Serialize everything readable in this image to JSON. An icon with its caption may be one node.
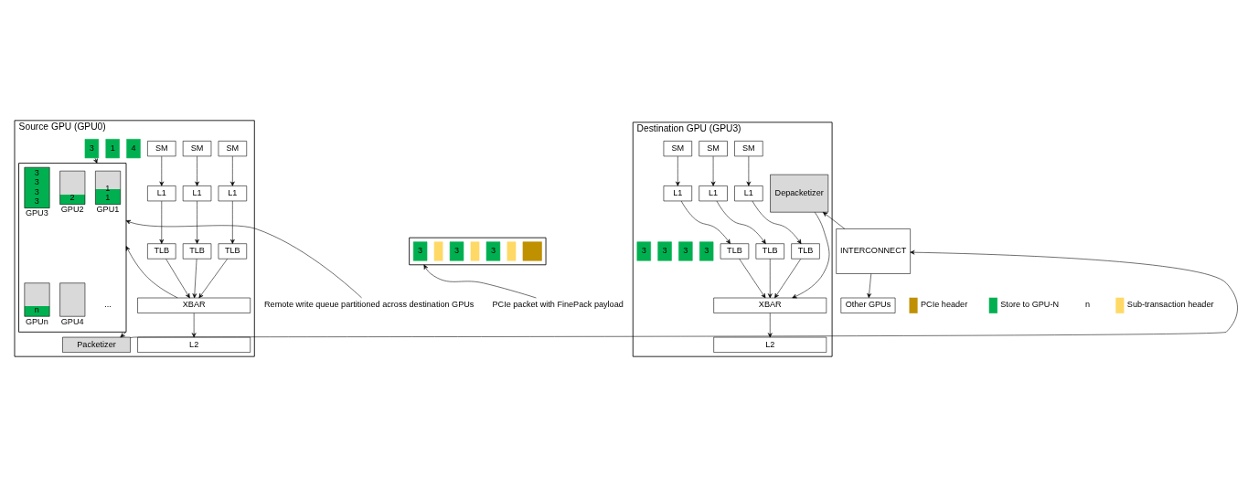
{
  "diagram": {
    "nodes": [
      {
        "text": [
          "Source GPU (GPU0)"
        ]
      },
      {
        "text": [
          "SM"
        ],
        "in": 0
      },
      {
        "text": [
          "L1"
        ],
        "in": 0
      },
      {
        "text": [
          "TLB"
        ],
        "in": 0
      },
      {
        "text": [
          "SM"
        ],
        "in": 0
      },
      {
        "text": [
          "L1"
        ],
        "in": 0
      },
      {
        "text": [
          "TLB"
        ],
        "in": 0
      },
      {
        "text": [
          "SM"
        ],
        "in": 0
      },
      {
        "text": [
          "L1"
        ],
        "in": 0
      },
      {
        "text": [
          "TLB"
        ],
        "in": 0
      },
      {
        "text": [
          "XBAR"
        ],
        "in": 0
      },
      {
        "text": [
          "L2"
        ],
        "in": 0
      },
      {
        "text": [],
        "shape": "box",
        "in": 0
      },
      {
        "text": [
          "1 1",
          "GPU1"
        ],
        "in": 12
      },
      {
        "text": [
          "2",
          "GPU2"
        ],
        "in": 12
      },
      {
        "text": [
          "3 3 3 3",
          "GPU3"
        ],
        "in": 12
      },
      {
        "text": [
          "GPU4"
        ],
        "in": 12
      },
      {
        "text": [
          "n",
          "GPUn"
        ],
        "in": 12
      },
      {
        "text": [
          "4"
        ],
        "in": 0
      },
      {
        "text": [
          "1"
        ],
        "in": 0
      },
      {
        "text": [
          "3"
        ],
        "in": 0
      },
      {
        "text": [
          "Packetizer"
        ],
        "in": 0
      },
      {
        "text": [],
        "shape": "box"
      },
      {
        "text": [
          "3"
        ],
        "in": 22
      },
      {
        "text": [],
        "shape": "bar",
        "in": 22
      },
      {
        "text": [
          "3"
        ],
        "in": 22
      },
      {
        "text": [],
        "shape": "bar",
        "in": 22
      },
      {
        "text": [
          "3"
        ],
        "in": 22
      },
      {
        "text": [],
        "shape": "bar",
        "in": 22
      },
      {
        "text": [],
        "shape": "box",
        "in": 22
      },
      {
        "text": [
          "INTERCONNECT"
        ]
      },
      {
        "text": [
          "Destination GPU (GPU3)"
        ]
      },
      {
        "text": [
          "Depacketizer"
        ],
        "in": 31
      },
      {
        "text": [
          "SM"
        ],
        "in": 31
      },
      {
        "text": [
          "L1"
        ],
        "in": 31
      },
      {
        "text": [
          "TLB"
        ],
        "in": 31
      },
      {
        "text": [
          "SM"
        ],
        "in": 31
      },
      {
        "text": [
          "L1"
        ],
        "in": 31
      },
      {
        "text": [
          "TLB"
        ],
        "in": 31
      },
      {
        "text": [
          "SM"
        ],
        "in": 31
      },
      {
        "text": [
          "L1"
        ],
        "in": 31
      },
      {
        "text": [
          "TLB"
        ],
        "in": 31
      },
      {
        "text": [
          "XBAR"
        ],
        "in": 31
      },
      {
        "text": [
          "L2"
        ],
        "in": 31
      },
      {
        "text": [
          "3"
        ],
        "in": 31
      },
      {
        "text": [
          "3"
        ],
        "in": 31
      },
      {
        "text": [
          "3"
        ],
        "in": 31
      },
      {
        "text": [
          "3"
        ],
        "in": 31
      },
      {
        "text": [
          "Other GPUs"
        ]
      },
      {
        "text": [
          "Remote write queue partitioned across destination GPUs"
        ]
      },
      {
        "text": [
          "PCIe packet with FinePack payload"
        ]
      }
    ],
    "edges": [
      {
        "from": 1,
        "to": 2,
        "arrow": "to"
      },
      {
        "from": 2,
        "to": 3,
        "arrow": "to"
      },
      {
        "from": 3,
        "to": 10,
        "arrow": "to"
      },
      {
        "from": 4,
        "to": 5,
        "arrow": "to"
      },
      {
        "from": 5,
        "to": 6,
        "arrow": "to"
      },
      {
        "from": 6,
        "to": 10,
        "arrow": "to"
      },
      {
        "from": 7,
        "to": 8,
        "arrow": "to"
      },
      {
        "from": 8,
        "to": 9,
        "arrow": "to"
      },
      {
        "from": 9,
        "to": 10,
        "arrow": "to"
      },
      {
        "from": 10,
        "to": 11,
        "arrow": "to"
      },
      {
        "from": 10,
        "to": 12,
        "arrow": "to"
      },
      {
        "from": 20,
        "to": 12,
        "arrow": "to",
        "style": "dashed"
      },
      {
        "from": 12,
        "to": 21,
        "arrow": "to"
      },
      {
        "from": 21,
        "to": 30,
        "arrow": "to"
      },
      {
        "from": 50,
        "to": 22,
        "arrow": "to"
      },
      {
        "from": 49,
        "to": 12,
        "arrow": "to"
      },
      {
        "from": 30,
        "to": 32,
        "arrow": "to"
      },
      {
        "from": 30,
        "to": 48,
        "arrow": "to"
      },
      {
        "from": 32,
        "to": 42,
        "arrow": "to"
      },
      {
        "from": 33,
        "to": 34,
        "arrow": "to"
      },
      {
        "from": 34,
        "to": 35,
        "arrow": "to"
      },
      {
        "from": 35,
        "to": 42,
        "arrow": "to"
      },
      {
        "from": 36,
        "to": 37,
        "arrow": "to"
      },
      {
        "from": 37,
        "to": 38,
        "arrow": "to"
      },
      {
        "from": 38,
        "to": 42,
        "arrow": "to"
      },
      {
        "from": 39,
        "to": 40,
        "arrow": "to"
      },
      {
        "from": 40,
        "to": 41,
        "arrow": "to"
      },
      {
        "from": 41,
        "to": 42,
        "arrow": "to"
      },
      {
        "from": 42,
        "to": 43,
        "arrow": "to"
      }
    ],
    "labels": [
      "...",
      "n"
    ],
    "legend": [
      {
        "text": "PCIe header",
        "color": "#bf9000"
      },
      {
        "text": "Store to GPU-N",
        "color": "#00b050"
      },
      {
        "text": "Sub-transaction header",
        "color": "#ffd966"
      }
    ]
  }
}
